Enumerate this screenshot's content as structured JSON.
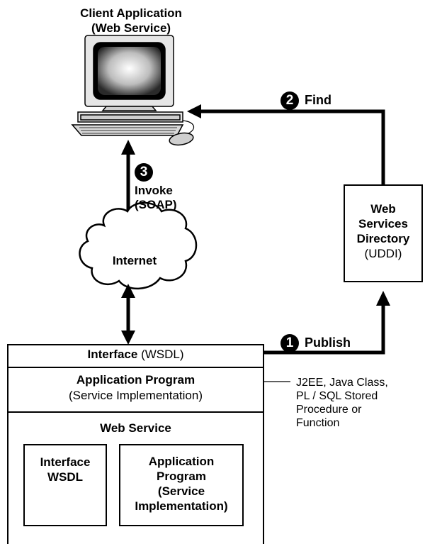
{
  "client": {
    "title_line1": "Client Application",
    "title_line2": "(Web Service)"
  },
  "steps": {
    "find": {
      "number": "2",
      "label": "Find"
    },
    "invoke": {
      "number": "3",
      "label_line1": "Invoke",
      "label_line2": "(SOAP)"
    },
    "publish": {
      "number": "1",
      "label": "Publish"
    }
  },
  "internet": {
    "label": "Internet"
  },
  "directory": {
    "line1": "Web",
    "line2": "Services",
    "line3": "Directory",
    "line4": "(UDDI)"
  },
  "stack": {
    "interface_bold": "Interface",
    "interface_normal": "(WSDL)",
    "app_program_title": "Application Program",
    "app_program_sub": "(Service Implementation)",
    "web_service_title": "Web Service",
    "inner_interface_line1": "Interface",
    "inner_interface_line2": "WSDL",
    "inner_app_line1": "Application",
    "inner_app_line2": "Program",
    "inner_app_line3": "(Service",
    "inner_app_line4": "Implementation)"
  },
  "note": {
    "line1": "J2EE, Java Class,",
    "line2": "PL / SQL Stored",
    "line3": "Procedure or",
    "line4": "Function"
  },
  "colors": {
    "ink": "#000000",
    "paper": "#ffffff",
    "screen_gray": "#9a9a9a",
    "body_gray": "#e6e6e6"
  }
}
